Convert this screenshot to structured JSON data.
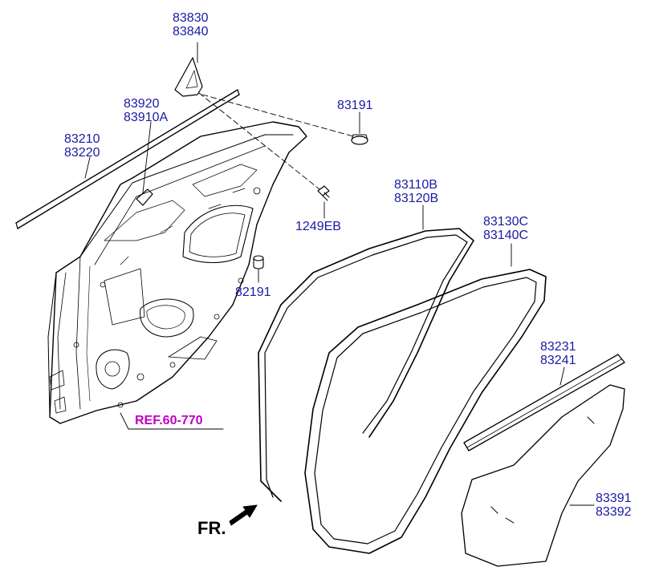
{
  "callouts": [
    {
      "id": "glass-corner",
      "codes": [
        "83830",
        "83840"
      ]
    },
    {
      "id": "bracket",
      "codes": [
        "83920",
        "83910A"
      ]
    },
    {
      "id": "outer-strip",
      "codes": [
        "83210",
        "83220"
      ]
    },
    {
      "id": "plug",
      "codes": [
        "83191"
      ]
    },
    {
      "id": "bolt",
      "codes": [
        "1249EB"
      ]
    },
    {
      "id": "bumper",
      "codes": [
        "82191"
      ]
    },
    {
      "id": "body-weatherstrip",
      "codes": [
        "83110B",
        "83120B"
      ]
    },
    {
      "id": "door-weatherstrip",
      "codes": [
        "83130C",
        "83140C"
      ]
    },
    {
      "id": "inner-strip",
      "codes": [
        "83231",
        "83241"
      ]
    },
    {
      "id": "sealing-cover",
      "codes": [
        "83391",
        "83392"
      ]
    }
  ],
  "reference": "REF.60-770",
  "direction": "FR.",
  "colors": {
    "label": "#1a1aa6",
    "reference": "#c000c0",
    "line": "#000000"
  }
}
